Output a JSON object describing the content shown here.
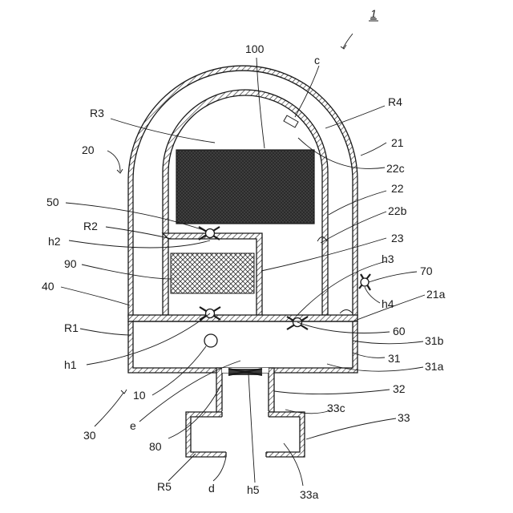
{
  "figure_number": "1",
  "labels": {
    "l100": "100",
    "c": "c",
    "R3": "R3",
    "R4": "R4",
    "l20": "20",
    "l21": "21",
    "l22c": "22c",
    "l22": "22",
    "l50": "50",
    "l22b": "22b",
    "R2": "R2",
    "l23": "23",
    "h2": "h2",
    "h3": "h3",
    "l90": "90",
    "l70": "70",
    "l40": "40",
    "h4": "h4",
    "l21a": "21a",
    "R1": "R1",
    "l60": "60",
    "l31b": "31b",
    "h1": "h1",
    "l31": "31",
    "l31a": "31a",
    "l10": "10",
    "l32": "32",
    "l30": "30",
    "e": "e",
    "l33c": "33c",
    "l33": "33",
    "l80": "80",
    "R5": "R5",
    "d": "d",
    "h5": "h5",
    "l33a": "33a"
  }
}
